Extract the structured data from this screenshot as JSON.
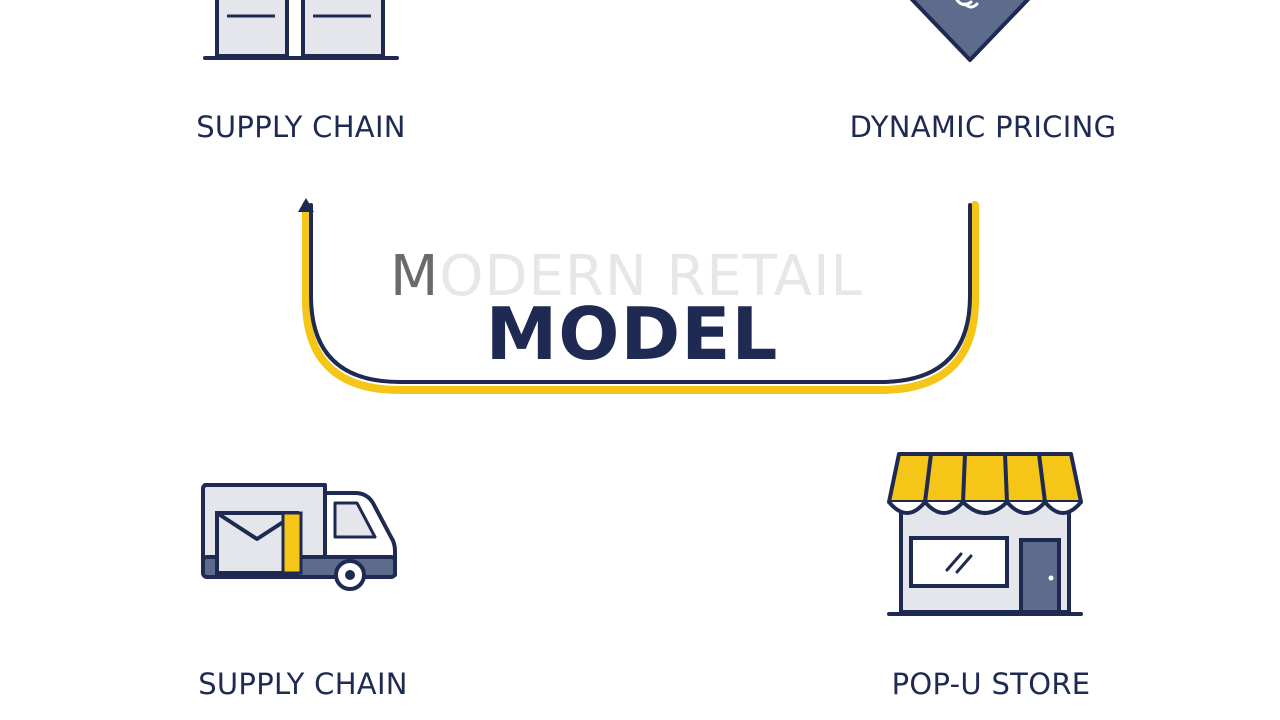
{
  "title": {
    "line1_first": "M",
    "line1_rest": "ODERN RETAIL",
    "line2": "MODEL"
  },
  "nodes": [
    {
      "id": "top-left",
      "label": "SUPPLY CHAIN",
      "icon": "warehouse-icon"
    },
    {
      "id": "top-right",
      "label": "DYNAMIC PRICING",
      "icon": "price-tag-icon"
    },
    {
      "id": "bottom-left",
      "label": "SUPPLY CHAIN",
      "icon": "delivery-truck-icon"
    },
    {
      "id": "bottom-right",
      "label": "POP-U STORE",
      "icon": "storefront-icon"
    }
  ],
  "colors": {
    "navy": "#1f2a52",
    "accent": "#f5c518",
    "slate": "#5d6b8c",
    "light_fill": "#e4e6ec"
  }
}
